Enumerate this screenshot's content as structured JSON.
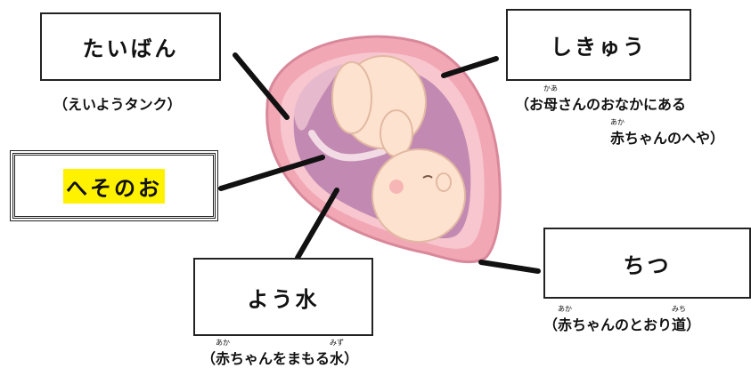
{
  "labels": {
    "placenta": {
      "title": "たいばん",
      "sub": "（えいようタンク）"
    },
    "uterus": {
      "title": "しきゅう",
      "sub_line1_pre": "（お",
      "sub_line1_ruby_base": "母",
      "sub_line1_ruby_text": "かあ",
      "sub_line1_post": "さんのおなかにある",
      "sub_line2_ruby_base": "赤",
      "sub_line2_ruby_text": "あか",
      "sub_line2_post": "ちゃんのへや）"
    },
    "umbilical_cord": {
      "title": "へそのお"
    },
    "amniotic_fluid": {
      "title": "よう水",
      "sub_pre": "（",
      "sub_ruby1_base": "赤",
      "sub_ruby1_text": "あか",
      "sub_mid": "ちゃんをまもる",
      "sub_ruby2_base": "水",
      "sub_ruby2_text": "みず",
      "sub_post": "）"
    },
    "vagina": {
      "title": "ちつ",
      "sub_pre": "（",
      "sub_ruby1_base": "赤",
      "sub_ruby1_text": "あか",
      "sub_mid": "ちゃんのとおり",
      "sub_ruby2_base": "道",
      "sub_ruby2_text": "みち",
      "sub_post": "）"
    }
  },
  "colors": {
    "highlight": "#fff200",
    "uterus_outer": "#f2a7b5",
    "uterus_wall": "#f7c6cf",
    "amniotic": "#c28ab2",
    "baby_skin": "#fde3cf"
  },
  "icons": [
    "fetus-illustration"
  ]
}
